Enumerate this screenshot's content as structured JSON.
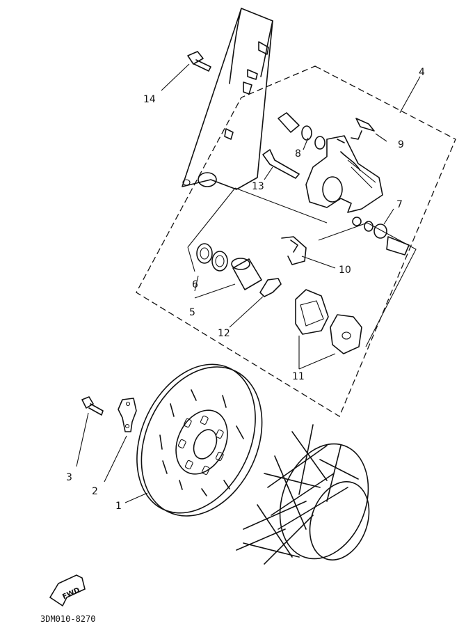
{
  "callouts": [
    "1",
    "2",
    "3",
    "4",
    "5",
    "6",
    "7",
    "8",
    "9",
    "10",
    "11",
    "12",
    "13",
    "14"
  ],
  "fwd_arrow": "FWD",
  "drawing_code": "3DM010-8270"
}
